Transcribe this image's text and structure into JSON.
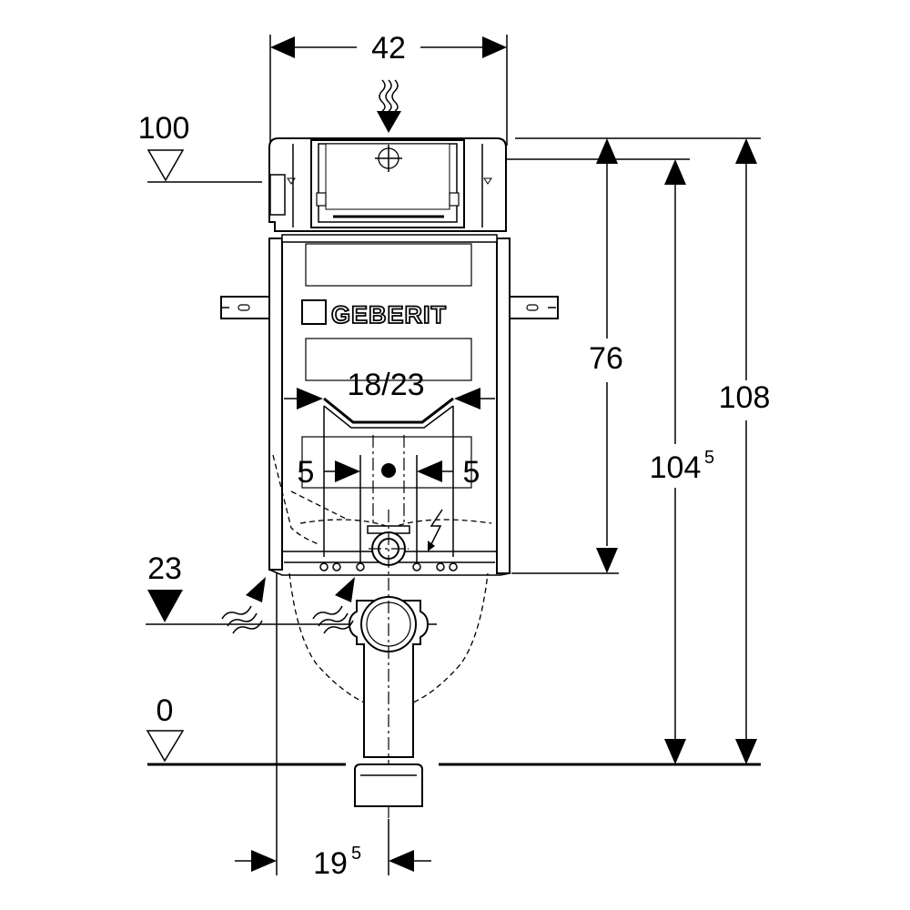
{
  "dimensions": {
    "width_top": "42",
    "level_100": "100",
    "level_23": "23",
    "level_0": "0",
    "height_76": "76",
    "height_104": "104",
    "height_104_sup": "5",
    "height_108": "108",
    "spacing_18_23": "18/23",
    "offset_left_5": "5",
    "offset_right_5": "5",
    "bottom_19": "19",
    "bottom_19_sup": "5"
  },
  "brand": {
    "logo_text": "GEBERIT"
  }
}
